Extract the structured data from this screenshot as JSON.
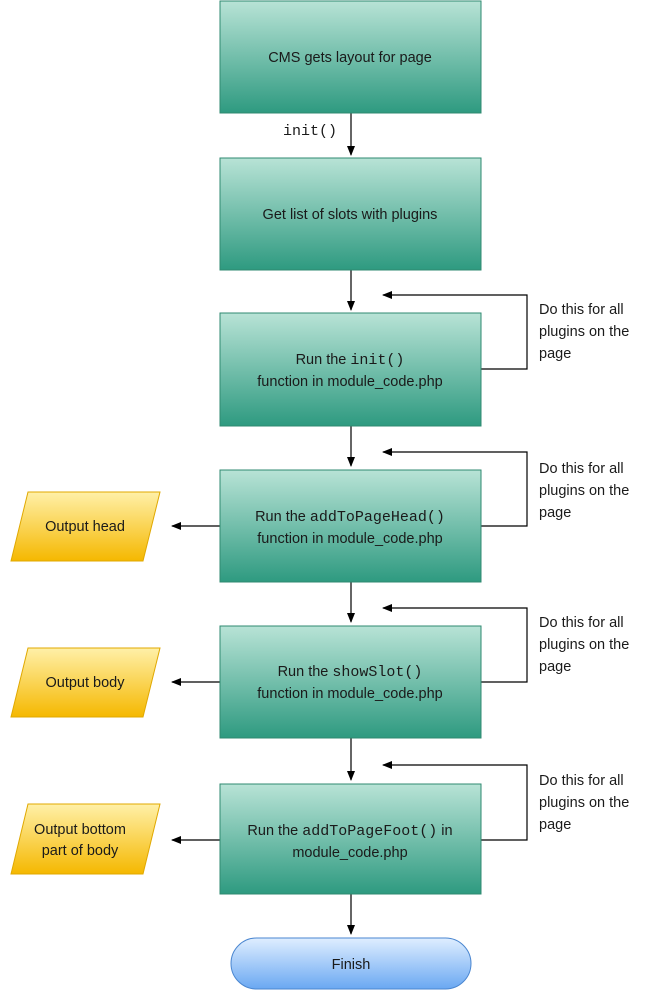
{
  "colors": {
    "process_top": "#b8e3d6",
    "process_bottom": "#2e9a80",
    "process_border": "#2f8a70",
    "output_top": "#fff0a8",
    "output_bottom": "#f5b800",
    "output_border": "#e0a800",
    "terminal_top": "#dfeeff",
    "terminal_bottom": "#6aa8f2",
    "terminal_border": "#4a86d0",
    "line": "#000000"
  },
  "nodes": {
    "cms_layout": {
      "text": "CMS gets layout for page"
    },
    "get_slots": {
      "text": "Get list of slots with plugins"
    },
    "run_init": {
      "line1_prefix": "Run the ",
      "line1_code": "init()",
      "line2": "function in module_code.php"
    },
    "run_head": {
      "line1_prefix": "Run the ",
      "line1_code": "addToPageHead()",
      "line2": "function in module_code.php"
    },
    "run_slot": {
      "line1_prefix": "Run the ",
      "line1_code": "showSlot()",
      "line2": "function in module_code.php"
    },
    "run_foot": {
      "line1_prefix": "Run the ",
      "line1_code": "addToPageFoot()",
      "line1_suffix": " in",
      "line2": "module_code.php"
    },
    "finish": {
      "text": "Finish"
    }
  },
  "outputs": {
    "head": {
      "text": "Output head"
    },
    "body": {
      "text": "Output body"
    },
    "bottom": {
      "line1": "Output bottom",
      "line2": "part of body"
    }
  },
  "edge_labels": {
    "init": "init()"
  },
  "loops": {
    "init": {
      "line1": "Do this for all",
      "line2": "plugins on the",
      "line3": "page"
    },
    "head": {
      "line1": "Do this for all",
      "line2": "plugins on the",
      "line3": "page"
    },
    "slot": {
      "line1": "Do this for all",
      "line2": "plugins on the",
      "line3": "page"
    },
    "foot": {
      "line1": "Do this for all",
      "line2": "plugins on the",
      "line3": "page"
    }
  }
}
